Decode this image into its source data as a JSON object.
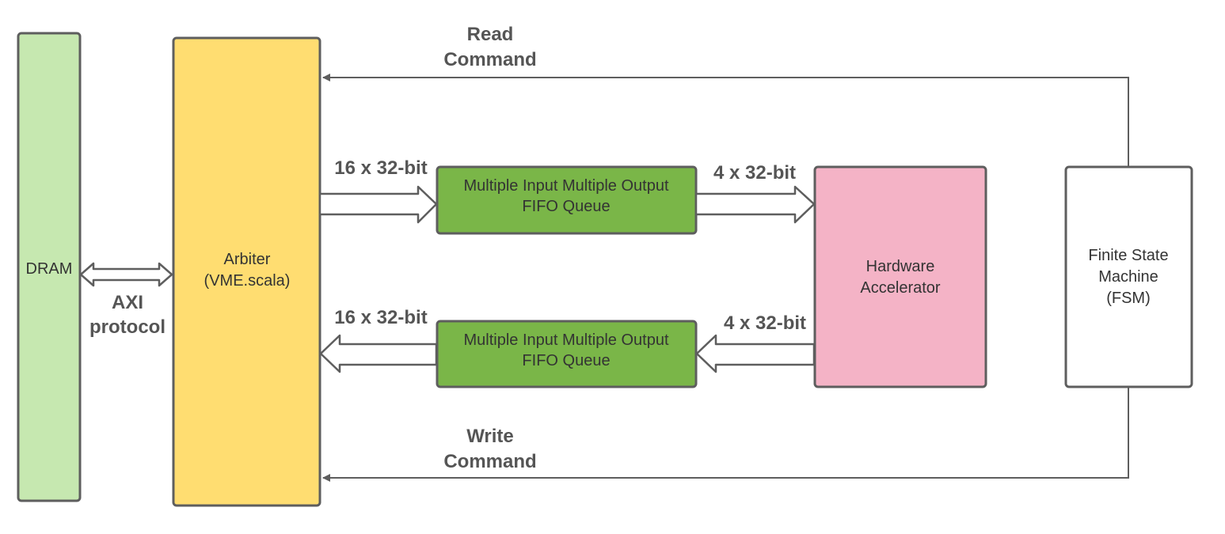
{
  "colors": {
    "dram": "#c6e8b0",
    "arbiter": "#ffdd71",
    "fifo": "#7ab648",
    "accelerator": "#f4b3c6",
    "fsm": "#ffffff",
    "stroke": "#5e5e5e",
    "text": "#333333",
    "edge_text": "#555555"
  },
  "blocks": {
    "dram": {
      "label": "DRAM"
    },
    "arbiter": {
      "line1": "Arbiter",
      "line2": "(VME.scala)"
    },
    "fifo_top": {
      "line1": "Multiple Input Multiple Output",
      "line2": "FIFO Queue"
    },
    "fifo_bottom": {
      "line1": "Multiple Input Multiple Output",
      "line2": "FIFO Queue"
    },
    "accelerator": {
      "line1": "Hardware",
      "line2": "Accelerator"
    },
    "fsm": {
      "line1": "Finite State",
      "line2": "Machine",
      "line3": "(FSM)"
    }
  },
  "edges": {
    "axi": {
      "line1": "AXI",
      "line2": "protocol"
    },
    "read_command": {
      "line1": "Read",
      "line2": "Command"
    },
    "write_command": {
      "line1": "Write",
      "line2": "Command"
    },
    "arbiter_to_fifo_top": "16 x 32-bit",
    "fifo_top_to_accel": "4 x 32-bit",
    "fifo_bottom_to_arbiter": "16 x 32-bit",
    "accel_to_fifo_bottom": "4 x 32-bit"
  }
}
